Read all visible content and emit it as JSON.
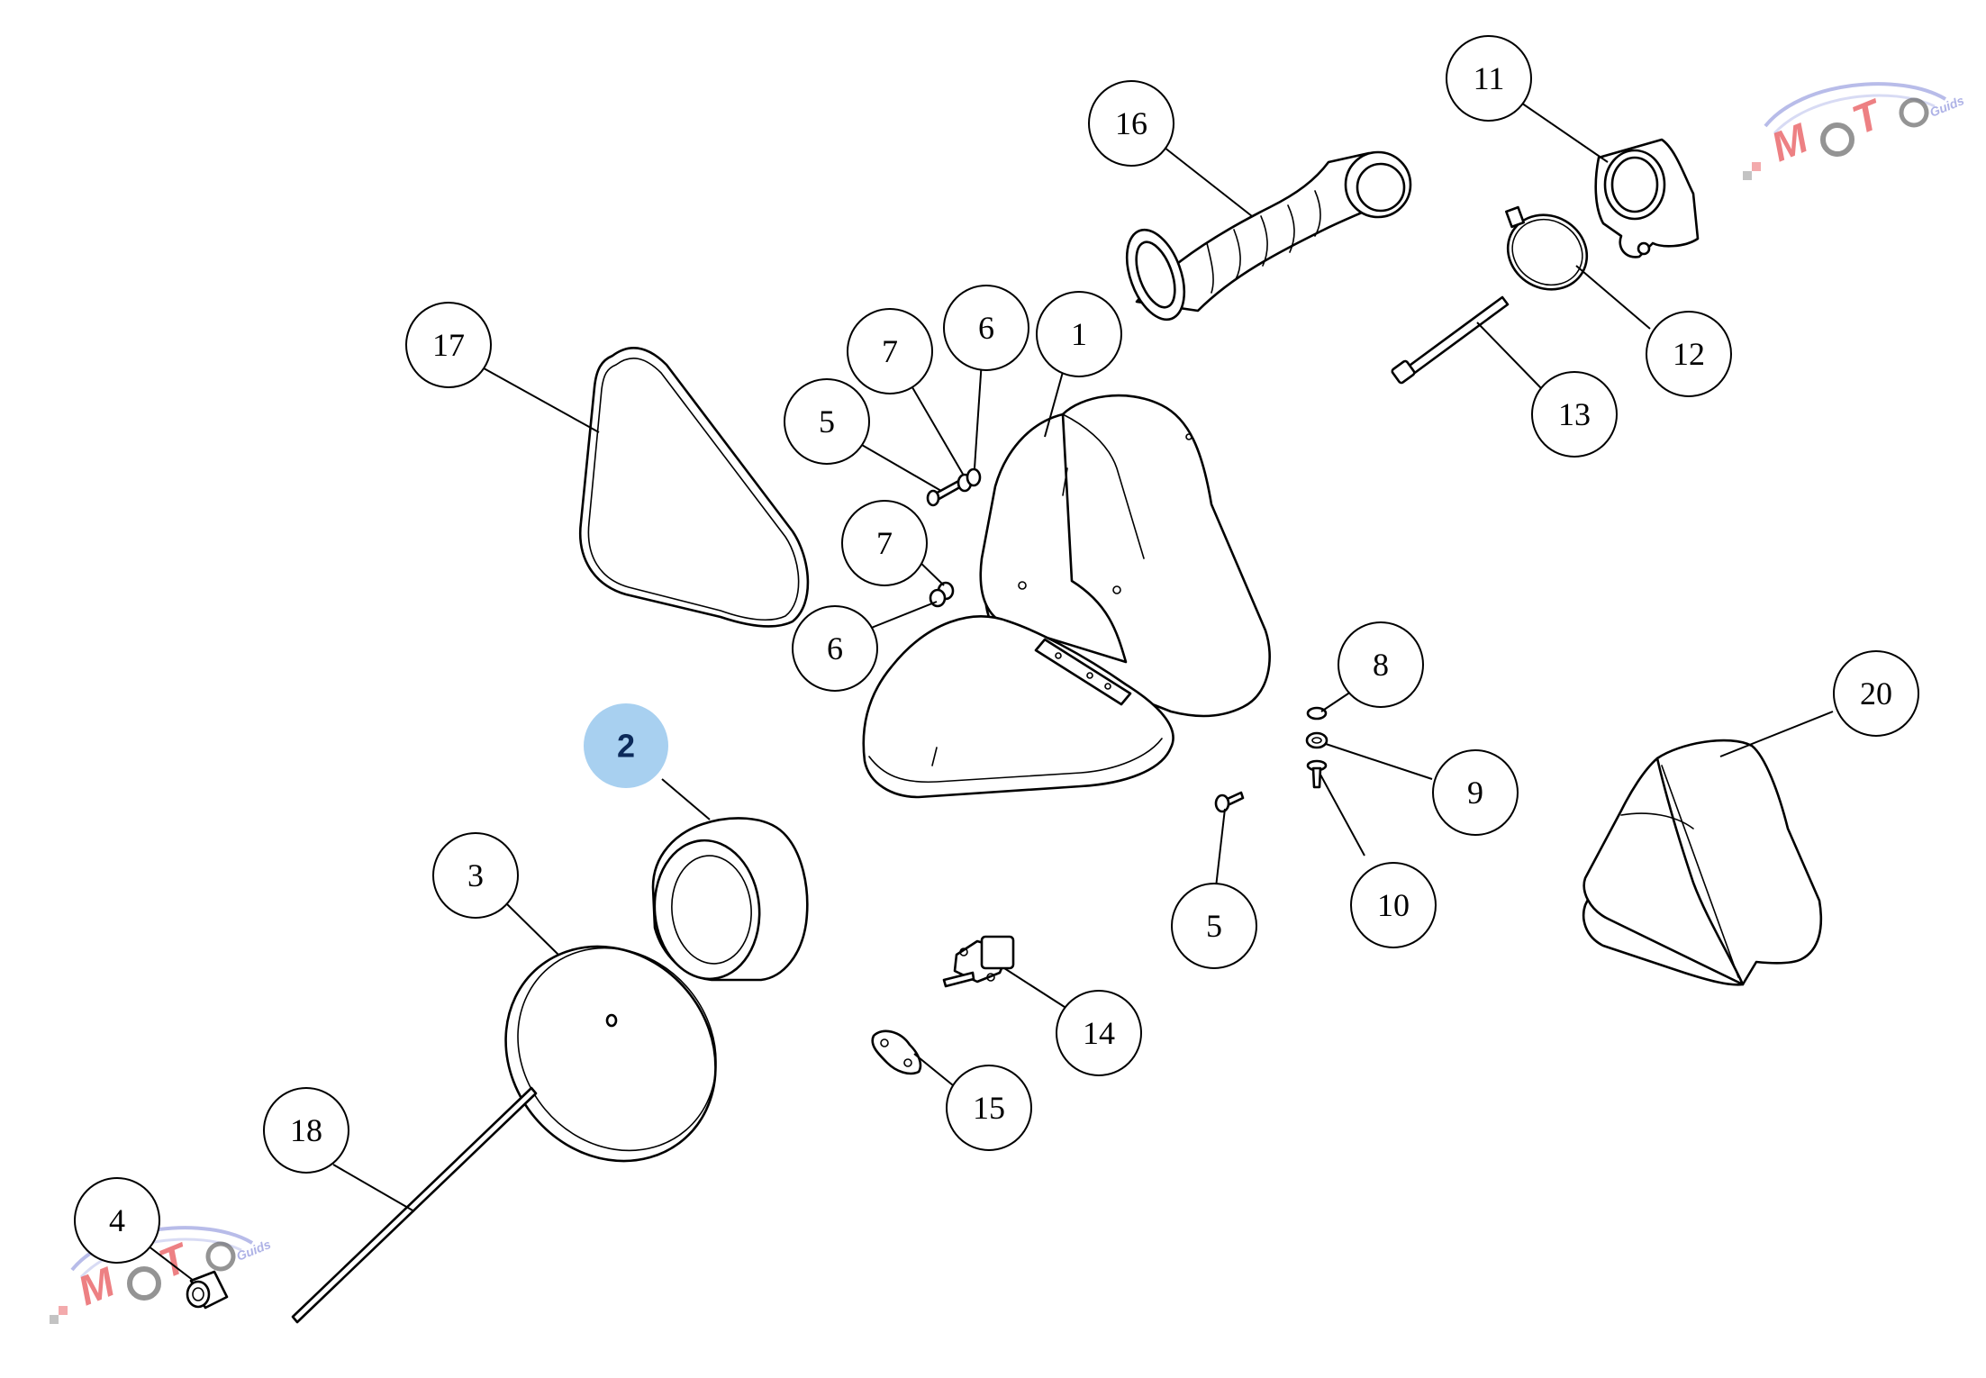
{
  "diagram": {
    "callouts": [
      {
        "id": "1",
        "label": "1"
      },
      {
        "id": "2",
        "label": "2",
        "highlighted": true
      },
      {
        "id": "3",
        "label": "3"
      },
      {
        "id": "4",
        "label": "4"
      },
      {
        "id": "5a",
        "label": "5"
      },
      {
        "id": "5b",
        "label": "5"
      },
      {
        "id": "6a",
        "label": "6"
      },
      {
        "id": "6b",
        "label": "6"
      },
      {
        "id": "7a",
        "label": "7"
      },
      {
        "id": "7b",
        "label": "7"
      },
      {
        "id": "8",
        "label": "8"
      },
      {
        "id": "9",
        "label": "9"
      },
      {
        "id": "10",
        "label": "10"
      },
      {
        "id": "11",
        "label": "11"
      },
      {
        "id": "12",
        "label": "12"
      },
      {
        "id": "13",
        "label": "13"
      },
      {
        "id": "14",
        "label": "14"
      },
      {
        "id": "15",
        "label": "15"
      },
      {
        "id": "16",
        "label": "16"
      },
      {
        "id": "17",
        "label": "17"
      },
      {
        "id": "18",
        "label": "18"
      },
      {
        "id": "20",
        "label": "20"
      }
    ],
    "highlight_color": "#a8d0f0",
    "watermark": {
      "text": "MOTO",
      "subtext": "Guids",
      "colors": {
        "red": "#e8565a",
        "grey": "#555555",
        "purple": "#9aa0e0"
      }
    }
  }
}
